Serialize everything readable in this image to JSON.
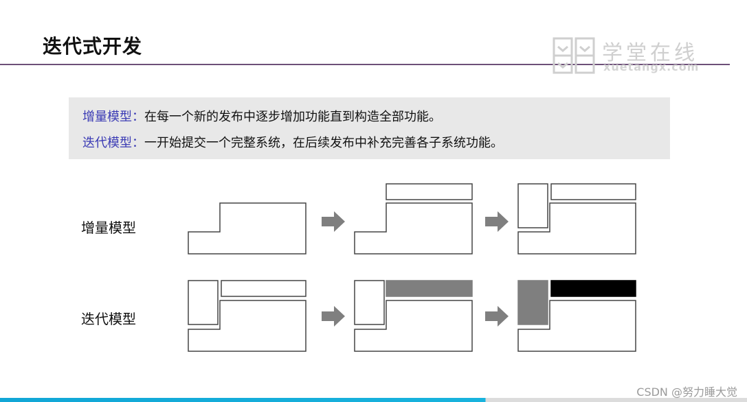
{
  "slide": {
    "title": "迭代式开发"
  },
  "logo": {
    "text": "学堂在线",
    "subtext": "xuetangx.com"
  },
  "definitions": [
    {
      "term": "增量模型",
      "sep": "：",
      "text": "在每一个新的发布中逐步增加功能直到构造全部功能。"
    },
    {
      "term": "迭代模型",
      "sep": "：",
      "text": "一开始提交一个完整系统，在后续发布中补充完善各子系统功能。"
    }
  ],
  "rows": [
    {
      "label": "增量模型"
    },
    {
      "label": "迭代模型"
    }
  ],
  "colors": {
    "title_rule": "#6d4f78",
    "term": "#3a3ab4",
    "arrow": "#7f7f7f",
    "partial_fill": "#7f7f7f",
    "complete_fill": "#000000",
    "bottom_bar": "#18b3dd"
  },
  "watermark": "CSDN @努力睡大觉"
}
